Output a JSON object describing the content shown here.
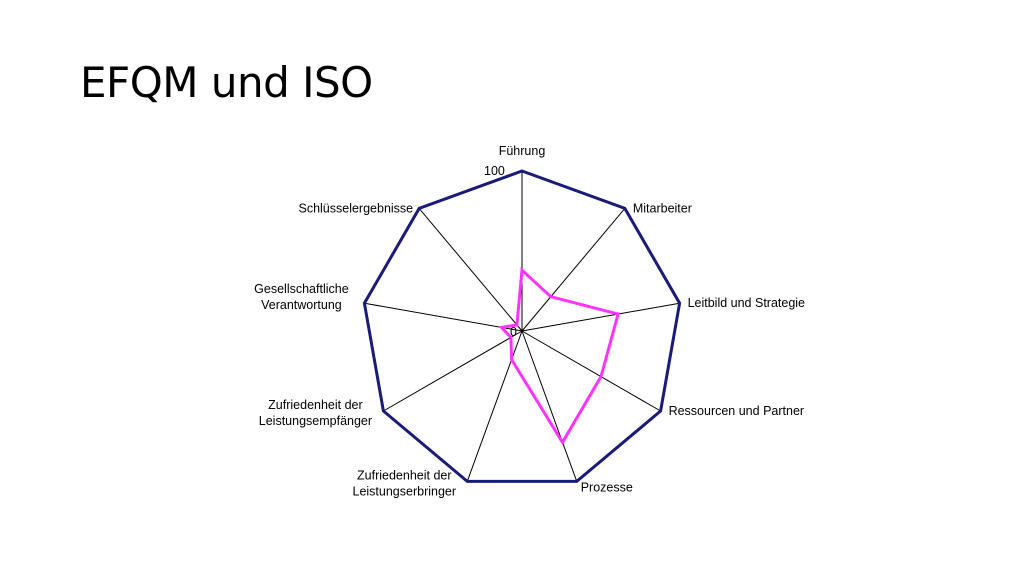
{
  "slide": {
    "title": "EFQM und ISO"
  },
  "chart_data": {
    "type": "radar",
    "categories": [
      "Führung",
      "Mitarbeiter",
      "Leitbild und Strategie",
      "Ressourcen und Partner",
      "Prozesse",
      "Zufriedenheit der Leistungserbringer",
      "Zufriedenheit der Leistungsempfänger",
      "Gesellschaftliche Verantwortung",
      "Schlüsselergebnisse"
    ],
    "category_lines": [
      [
        "Führung"
      ],
      [
        "Mitarbeiter"
      ],
      [
        "Leitbild und Strategie"
      ],
      [
        "Ressourcen und Partner"
      ],
      [
        "Prozesse"
      ],
      [
        "Zufriedenheit der",
        "Leistungserbringer"
      ],
      [
        "Zufriedenheit der",
        "Leistungsempfänger"
      ],
      [
        "Gesellschaftliche",
        "Verantwortung"
      ],
      [
        "Schlüsselergebnisse"
      ]
    ],
    "rlim": [
      0,
      100
    ],
    "tick_labels": [
      "0",
      "100"
    ],
    "series": [
      {
        "values": [
          100,
          100,
          100,
          100,
          100,
          100,
          100,
          100,
          100
        ],
        "color": "#1a1a7a"
      },
      {
        "values": [
          38,
          28,
          61,
          57,
          74,
          19,
          8,
          13,
          5
        ],
        "color": "#ff33ff"
      }
    ],
    "grid": "radial spokes only",
    "legend": "none"
  }
}
